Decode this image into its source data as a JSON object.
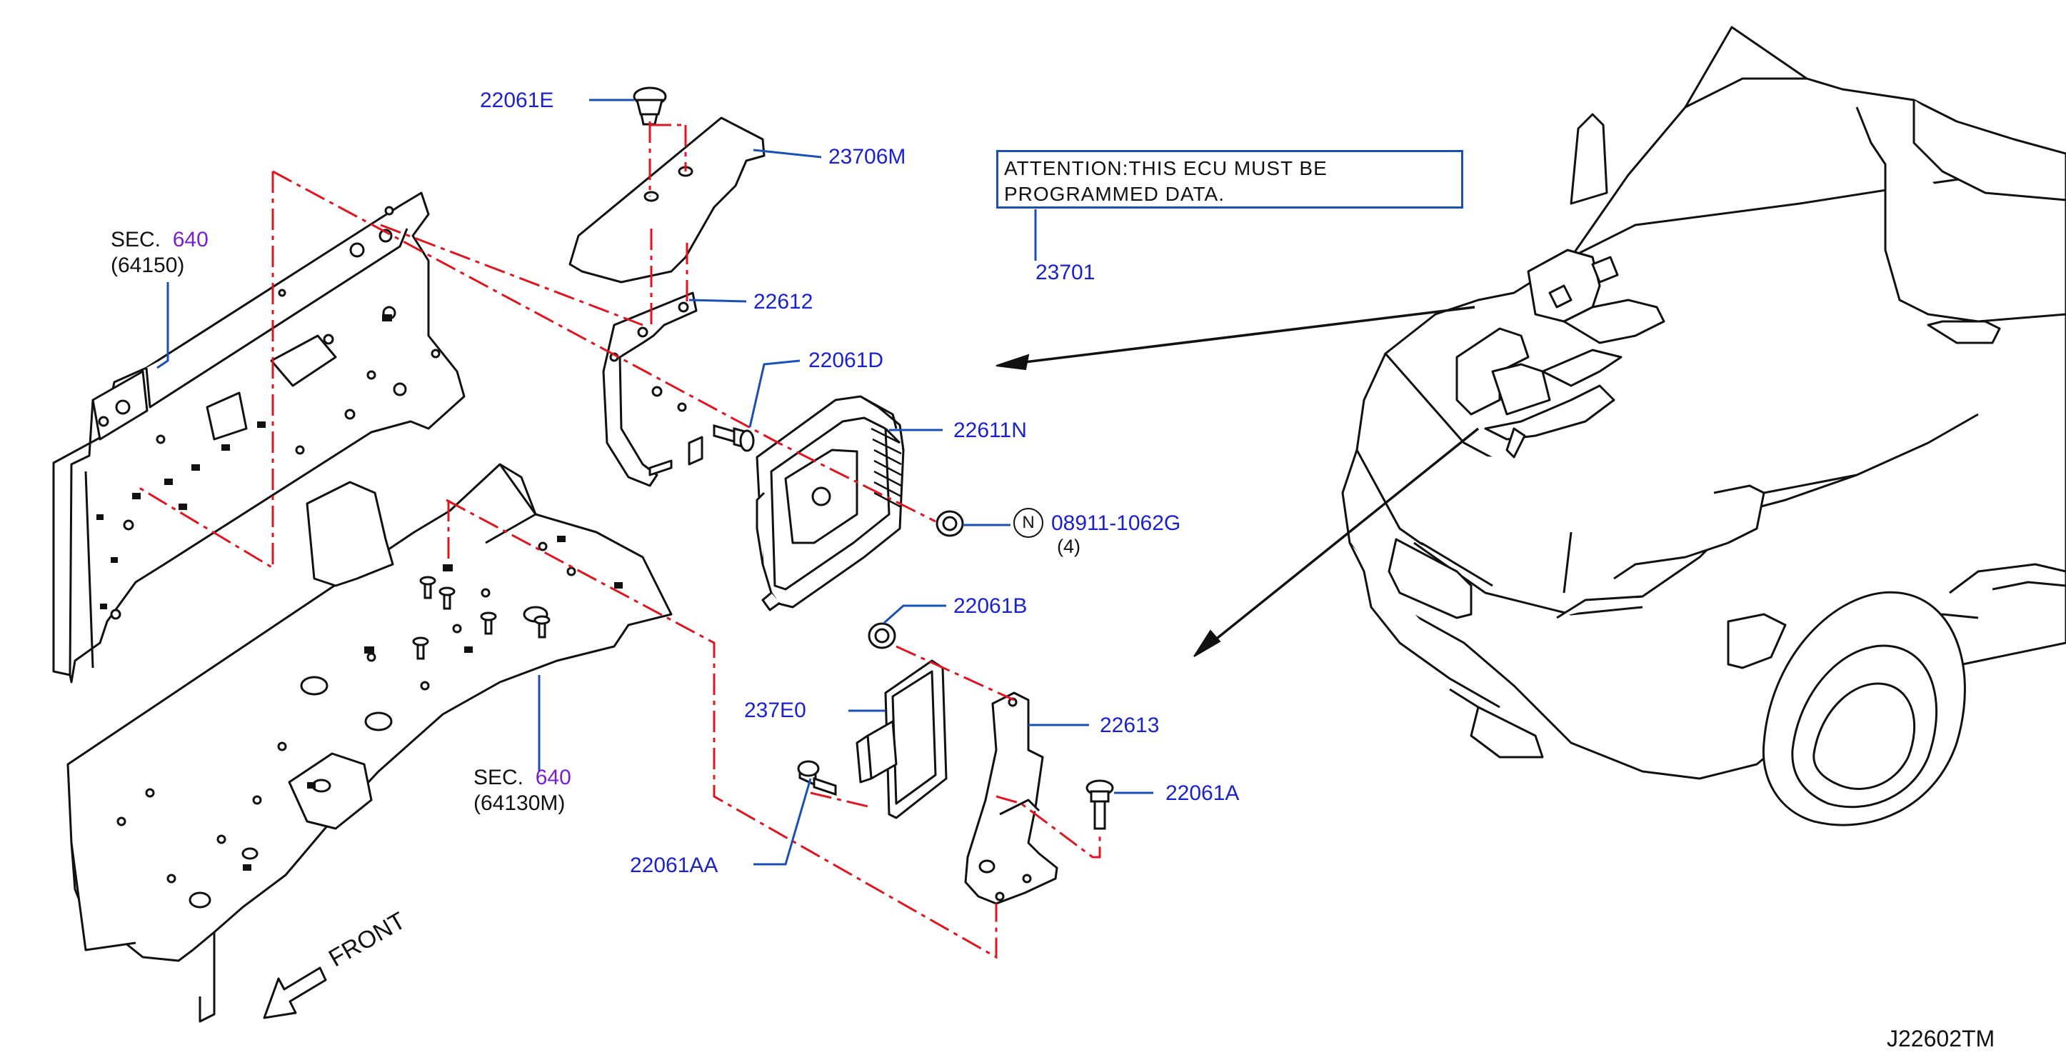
{
  "labels": {
    "p22061E": "22061E",
    "p23706M": "23706M",
    "p22612": "22612",
    "p22061D": "22061D",
    "p22611N": "22611N",
    "p08911": "08911-1062G",
    "p08911_qty": "(4)",
    "p08911_circle": "N",
    "p22061B": "22061B",
    "p237E0": "237E0",
    "p22613": "22613",
    "p22061A": "22061A",
    "p22061AA": "22061AA",
    "p23701": "23701"
  },
  "sections": {
    "upper": {
      "prefix": "SEC.",
      "num": "640",
      "sub": "(64150)"
    },
    "lower": {
      "prefix": "SEC.",
      "num": "640",
      "sub": "(64130M)"
    }
  },
  "note": {
    "line1": "ATTENTION:THIS  ECU  MUST  BE",
    "line2": "PROGRAMMED  DATA."
  },
  "front_label": "FRONT",
  "diagram_code": "J22602TM",
  "colors": {
    "part_number": "#1a22d0",
    "section_number": "#7a1fd0",
    "leader_line": "#1a4fb5",
    "phantom_line": "#e0151f",
    "drawing_line": "#111111"
  }
}
